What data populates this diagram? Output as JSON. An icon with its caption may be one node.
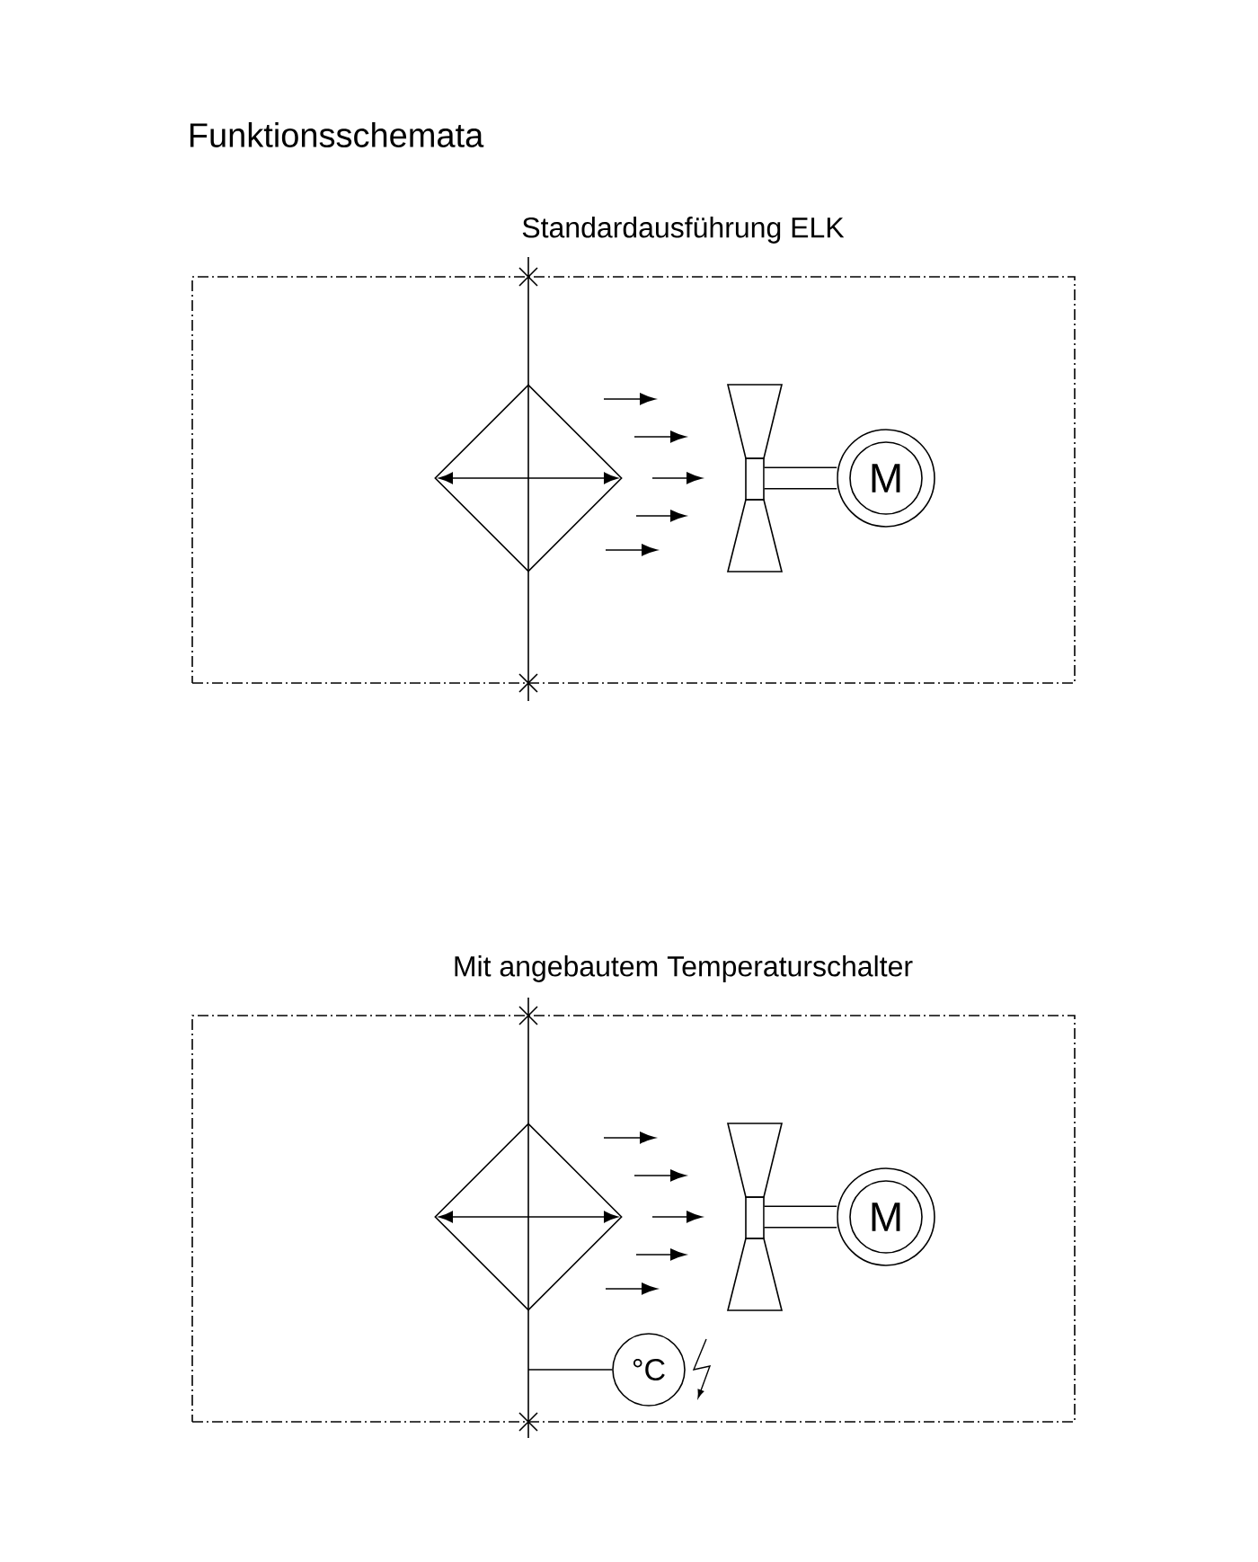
{
  "diagram": {
    "title": "Funktionsschemata",
    "nodes": [
      {
        "text": [
          "Standardausführung ELK"
        ]
      },
      {
        "text": [],
        "shape": "diamond",
        "in": 0
      },
      {
        "text": [],
        "shape": "picture",
        "in": 0
      },
      {
        "text": [
          "M"
        ],
        "in": 0
      },
      {
        "text": [
          "Mit angebautem Temperaturschalter"
        ]
      },
      {
        "text": [],
        "shape": "diamond",
        "in": 4
      },
      {
        "text": [],
        "shape": "picture",
        "in": 4
      },
      {
        "text": [
          "M"
        ],
        "in": 4
      },
      {
        "text": [
          "°C"
        ],
        "in": 4
      }
    ],
    "edges": [
      {
        "from": 2,
        "to": 3,
        "arrow": "none"
      },
      {
        "from": 6,
        "to": 7,
        "arrow": "none"
      },
      {
        "from": null,
        "to": 8,
        "arrow": "none"
      }
    ]
  }
}
